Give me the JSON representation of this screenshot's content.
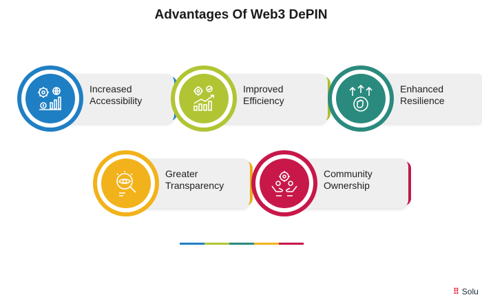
{
  "title": "Advantages Of Web3 DePIN",
  "items": [
    {
      "line1": "Increased",
      "line2": "Accessibility",
      "color": "#1f7fc4",
      "icon": "gear-chart-icon"
    },
    {
      "line1": "Improved",
      "line2": "Efficiency",
      "color": "#b1c534",
      "icon": "growth-bars-icon"
    },
    {
      "line1": "Enhanced",
      "line2": "Resilience",
      "color": "#2a8a7e",
      "icon": "raised-fist-arrows-icon"
    },
    {
      "line1": "Greater",
      "line2": "Transparency",
      "color": "#f2b21b",
      "icon": "magnifier-eye-icon"
    },
    {
      "line1": "Community",
      "line2": "Ownership",
      "color": "#c8184a",
      "icon": "hands-gears-icon"
    }
  ],
  "footer": {
    "brand": "Solu",
    "brand_mark": "⠿"
  }
}
